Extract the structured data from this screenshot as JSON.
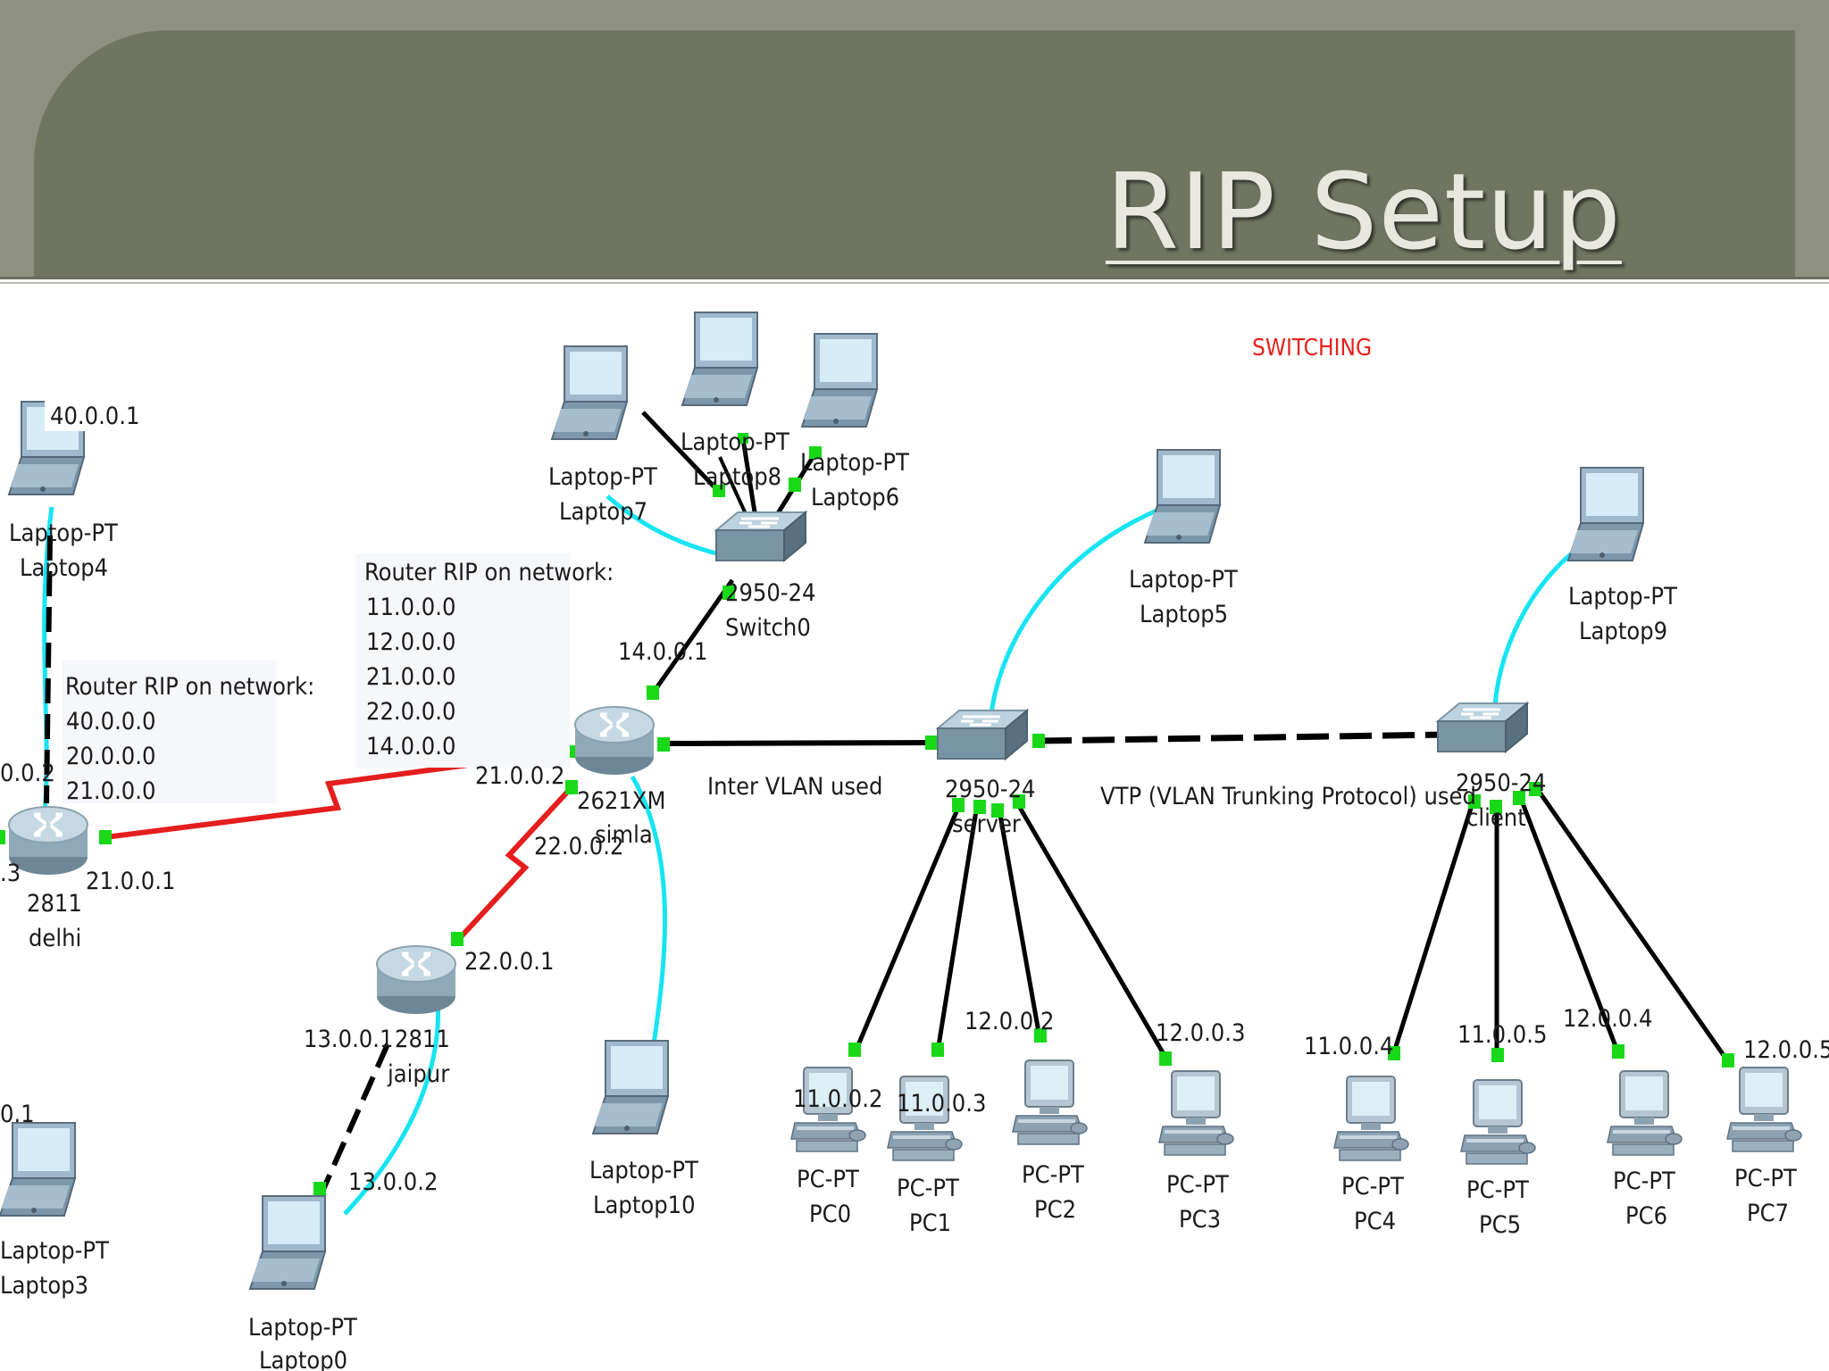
{
  "title": "RIP Setup",
  "switching_label": "SWITCHING",
  "note_delhi": {
    "heading": "Router RIP on network:",
    "networks": [
      "40.0.0.0",
      "20.0.0.0",
      "21.0.0.0"
    ]
  },
  "note_simla": {
    "heading": "Router RIP on network:",
    "networks": [
      "11.0.0.0",
      "12.0.0.0",
      "21.0.0.0",
      "22.0.0.0",
      "14.0.0.0"
    ]
  },
  "inter_vlan": "Inter VLAN used",
  "vtp": "VTP (VLAN Trunking Protocol) used",
  "devices": {
    "delhi": {
      "model": "2811",
      "name": "delhi"
    },
    "simla": {
      "model": "2621XM",
      "name": "simla"
    },
    "jaipur": {
      "model": "2811",
      "name": "jaipur"
    },
    "switch0": {
      "model": "2950-24",
      "name": "Switch0"
    },
    "server": {
      "model": "2950-24",
      "name": "server"
    },
    "client": {
      "model": "2950-24",
      "name": "client"
    },
    "laptop4": {
      "type": "Laptop-PT",
      "name": "Laptop4"
    },
    "laptop3": {
      "type": "Laptop-PT",
      "name": "Laptop3"
    },
    "laptop0": {
      "type": "Laptop-PT",
      "name": "Laptop0"
    },
    "laptop7": {
      "type": "Laptop-PT",
      "name": "Laptop7"
    },
    "laptop8": {
      "type": "Laptop-PT",
      "name": "Laptop8"
    },
    "laptop6": {
      "type": "Laptop-PT",
      "name": "Laptop6"
    },
    "laptop5": {
      "type": "Laptop-PT",
      "name": "Laptop5"
    },
    "laptop9": {
      "type": "Laptop-PT",
      "name": "Laptop9"
    },
    "laptop10": {
      "type": "Laptop-PT",
      "name": "Laptop10"
    },
    "pc0": {
      "type": "PC-PT",
      "name": "PC0"
    },
    "pc1": {
      "type": "PC-PT",
      "name": "PC1"
    },
    "pc2": {
      "type": "PC-PT",
      "name": "PC2"
    },
    "pc3": {
      "type": "PC-PT",
      "name": "PC3"
    },
    "pc4": {
      "type": "PC-PT",
      "name": "PC4"
    },
    "pc5": {
      "type": "PC-PT",
      "name": "PC5"
    },
    "pc6": {
      "type": "PC-PT",
      "name": "PC6"
    },
    "pc7": {
      "type": "PC-PT",
      "name": "PC7"
    }
  },
  "ips": {
    "laptop4": "40.0.0.1",
    "delhi_left": "0.0.2",
    "delhi_left2": ".3",
    "delhi_right": "21.0.0.1",
    "simla_left": "21.0.0.2",
    "simla_bottom": "22.0.0.2",
    "simla_top": "14.0.0.1",
    "jaipur_top": "22.0.0.1",
    "jaipur_left": "13.0.0.1",
    "laptop0": "13.0.0.2",
    "laptop3_frag": "0.1",
    "pc0": "11.0.0.2",
    "pc1": "11.0.0.3",
    "pc2": "12.0.0.2",
    "pc3": "12.0.0.3",
    "pc4": "11.0.0.4",
    "pc5": "11.0.0.5",
    "pc6": "12.0.0.4",
    "pc7": "12.0.0.5"
  },
  "link_colors": {
    "serial": "#e41e1e",
    "console": "#17e4f2",
    "ethernet": "#000000",
    "port": "#18d818"
  }
}
